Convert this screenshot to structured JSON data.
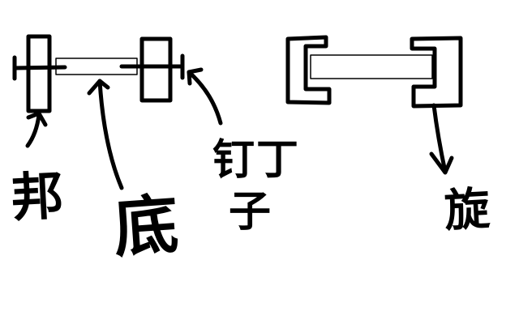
{
  "diagram": {
    "background": "#ffffff",
    "stroke_color": "#000000",
    "style": "hand-drawn sketch",
    "left_assembly": {
      "description": "Two vertical side boards joined by a thin bottom board, fixed with nails through each side",
      "parts": [
        "left-side-board",
        "bottom-board",
        "right-side-board",
        "left-nail",
        "right-nail"
      ]
    },
    "right_assembly": {
      "description": "Two C-shaped slotted end pieces holding a thin board in their grooves",
      "parts": [
        "left-c-bracket",
        "slotted-board",
        "right-c-bracket"
      ]
    },
    "labels": {
      "side_board": "邦",
      "bottom": "底",
      "nail_line1": "钉丁",
      "nail_line2": "子",
      "groove": "旋"
    },
    "annotations": [
      {
        "label": "邦",
        "points_to": "left side board"
      },
      {
        "label": "底",
        "points_to": "bottom board"
      },
      {
        "label": "钉子",
        "points_to": "nail on right side"
      },
      {
        "label": "旋",
        "points_to": "slot in right C-bracket"
      }
    ]
  }
}
